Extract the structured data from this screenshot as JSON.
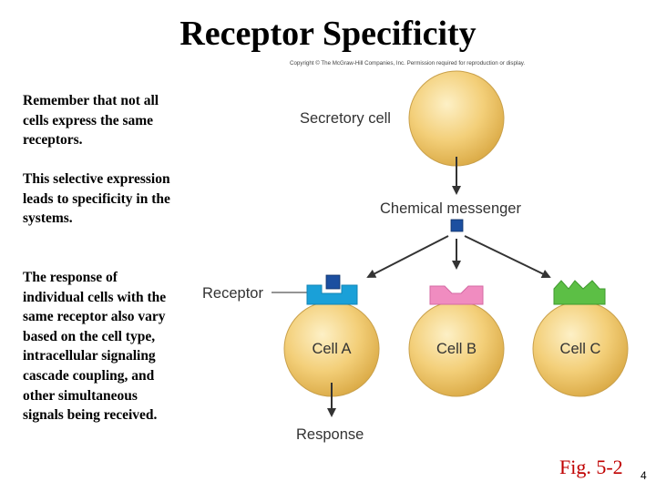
{
  "slide": {
    "title": "Receptor Specificity",
    "paragraphs": [
      "Remember that not all cells express the same receptors.",
      "This selective expression leads to specificity in the systems.",
      "The response of individual cells with the same receptor also vary based on the cell type, intracellular signaling cascade coupling, and other simultaneous signals being received."
    ],
    "figure_label": "Fig. 5-2",
    "page_number": "4"
  },
  "diagram": {
    "copyright": "Copyright © The McGraw-Hill Companies, Inc. Permission required for reproduction or display.",
    "secretory_cell": "Secretory cell",
    "chemical_messenger": "Chemical messenger",
    "receptor": "Receptor",
    "cells": [
      "Cell A",
      "Cell B",
      "Cell C"
    ],
    "response": "Response",
    "colors": {
      "cell_fill": "#f3cf79",
      "receptor_a": "#1aa0d8",
      "receptor_b": "#f08cc0",
      "receptor_c": "#5cbf45",
      "messenger": "#1c4fa0",
      "figure_label": "#c00000"
    }
  }
}
